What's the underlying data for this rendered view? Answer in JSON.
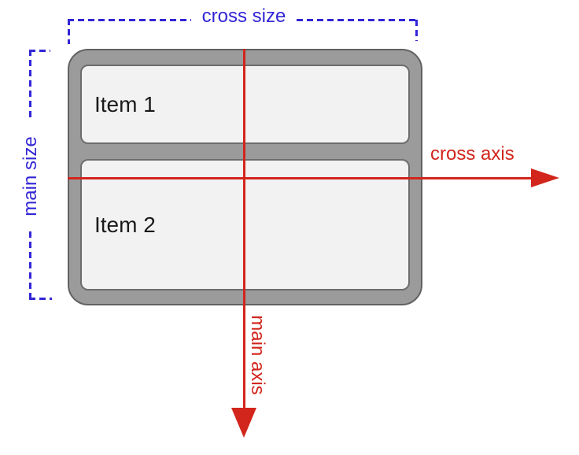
{
  "colors": {
    "red": "#d2251c",
    "blue": "#3226d6",
    "container_fill": "#9b9b9b",
    "container_border": "#616161",
    "item_fill": "#f2f2f2",
    "item_border": "#6d6d6d",
    "item_text": "#1a1a1a"
  },
  "flex_container": {
    "items": [
      {
        "label": "Item 1"
      },
      {
        "label": "Item 2"
      }
    ]
  },
  "labels": {
    "cross_size": "cross size",
    "main_size": "main size",
    "cross_axis": "cross axis",
    "main_axis": "main axis"
  }
}
